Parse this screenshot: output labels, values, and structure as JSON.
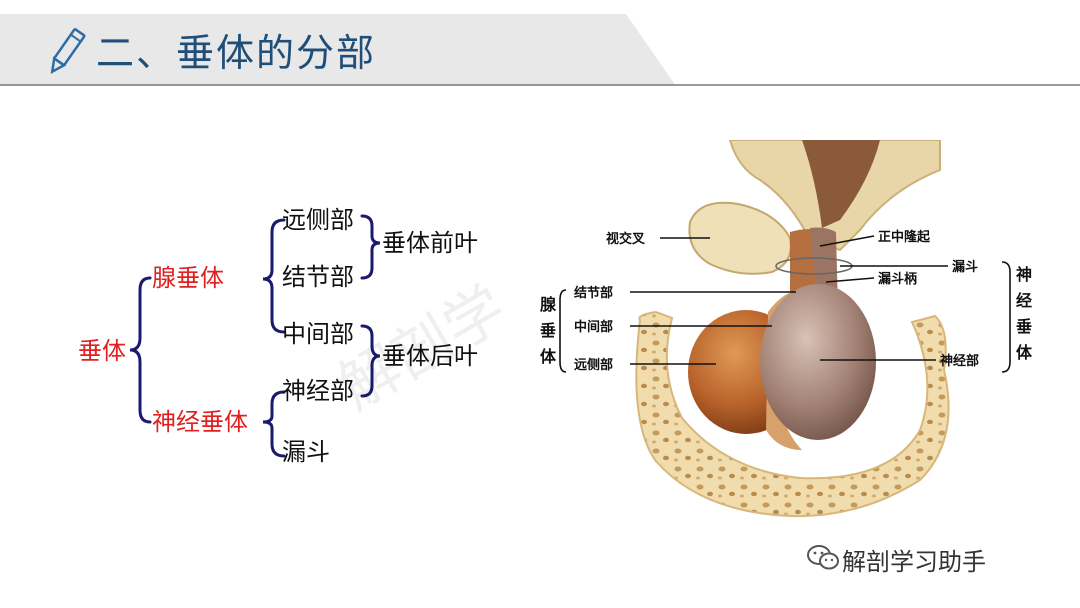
{
  "header": {
    "title": "二、垂体的分部"
  },
  "tree": {
    "root": "垂体",
    "adenohypophysis": "腺垂体",
    "neurohypophysis": "神经垂体",
    "pars_distalis": "远侧部",
    "pars_tuberalis": "结节部",
    "pars_intermedia": "中间部",
    "pars_nervosa": "神经部",
    "infundibulum": "漏斗",
    "anterior_lobe": "垂体前叶",
    "posterior_lobe": "垂体后叶"
  },
  "figure": {
    "left_labels": {
      "optic_chiasm": "视交叉",
      "group": [
        "腺",
        "垂",
        "体"
      ],
      "tuberalis": "结节部",
      "intermedia": "中间部",
      "distalis": "远侧部"
    },
    "right_labels": {
      "median_eminence": "正中隆起",
      "infundibulum": "漏斗",
      "stalk": "漏斗柄",
      "nervosa": "神经部",
      "group": [
        "神",
        "经",
        "垂",
        "体"
      ]
    }
  },
  "watermark": {
    "text": "解剖学习助手",
    "ghost": "解剖学"
  },
  "colors": {
    "title": "#1f4e79",
    "red": "#e02020",
    "brace": "#1a1a6e"
  }
}
